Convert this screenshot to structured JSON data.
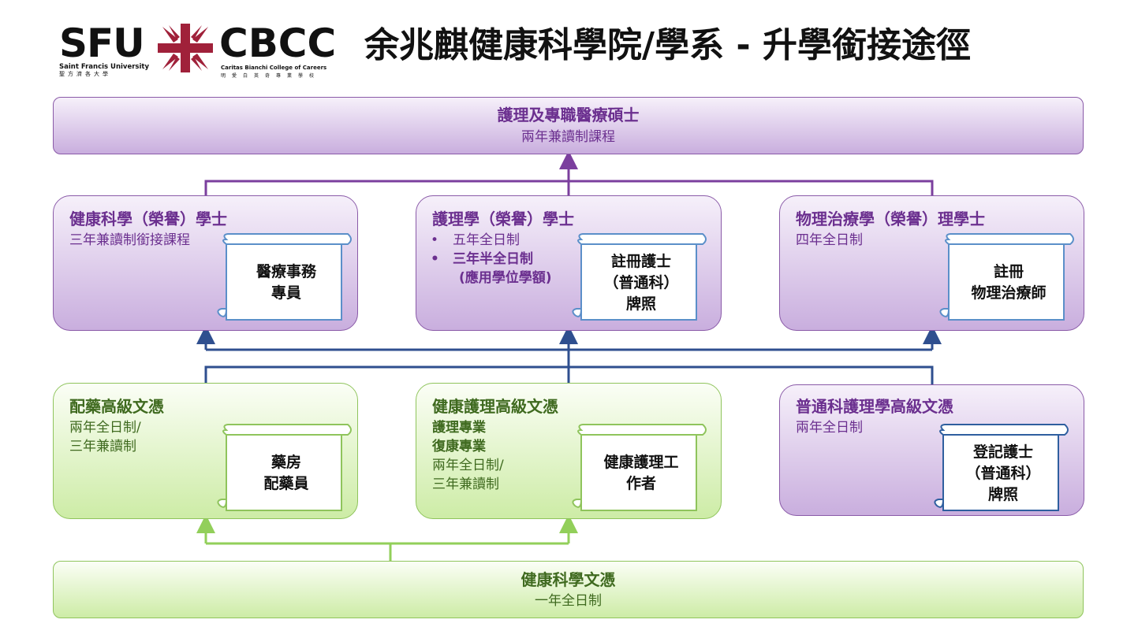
{
  "header": {
    "sfu_logo": "SFU",
    "sfu_subtitle": "Saint Francis University",
    "sfu_chinese": "聖方濟各大學",
    "cbcc_logo": "CBCC",
    "cbcc_subtitle": "Caritas Bianchi College of Careers",
    "cbcc_chinese": "明愛白英奇專業學校",
    "title": "余兆麒健康科學院/學系 - 升學銜接途徑"
  },
  "masters": {
    "title": "護理及專職醫療碩士",
    "subtitle": "兩年兼讀制課程"
  },
  "degrees": [
    {
      "title": "健康科學（榮譽）學士",
      "lines": [
        "三年兼讀制銜接課程"
      ],
      "certificate": [
        "醫療事務",
        "專員"
      ]
    },
    {
      "title": "護理學（榮譽）學士",
      "bullets": [
        "五年全日制",
        "三年半全日制"
      ],
      "bullet_note": "(應用學位學額)",
      "bullet_symbol": "•",
      "certificate": [
        "註冊護士",
        "（普通科）",
        "牌照"
      ]
    },
    {
      "title": "物理治療學（榮譽）理學士",
      "lines": [
        "四年全日制"
      ],
      "certificate": [
        "註冊",
        "物理治療師"
      ]
    }
  ],
  "diplomas": [
    {
      "title": "配藥高級文憑",
      "lines": [
        "兩年全日制/",
        "三年兼讀制"
      ],
      "certificate": [
        "藥房",
        "配藥員"
      ]
    },
    {
      "title": "健康護理高級文憑",
      "bold_lines": [
        "護理專業",
        "復康專業"
      ],
      "lines": [
        "兩年全日制/",
        "三年兼讀制"
      ],
      "certificate": [
        "健康護理工",
        "作者"
      ]
    },
    {
      "title": "普通科護理學高級文憑",
      "lines": [
        "兩年全日制"
      ],
      "certificate": [
        "登記護士",
        "（普通科）",
        "牌照"
      ]
    }
  ],
  "foundation": {
    "title": "健康科學文憑",
    "subtitle": "一年全日制"
  },
  "colors": {
    "purple_text": "#6b2f8f",
    "green_text": "#3f6a1f",
    "purple_connector": "#7b3f9e",
    "blue_connector": "#2f4f8f",
    "green_connector": "#92cf5a",
    "logo_red": "#a0213a"
  }
}
